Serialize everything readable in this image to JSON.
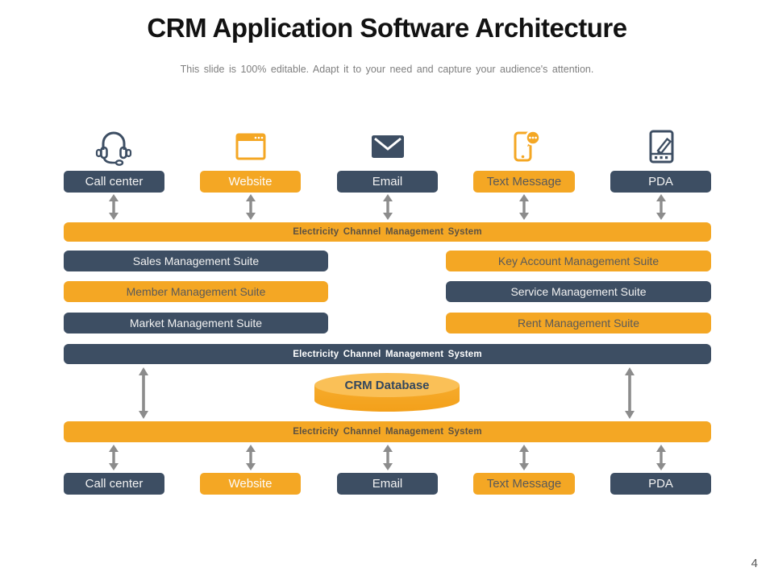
{
  "header": {
    "title": "CRM Application Software Architecture",
    "subtitle": "This slide is 100% editable. Adapt it to your need and capture your audience's attention."
  },
  "colors": {
    "navy": "#3d4e63",
    "orange": "#f4a724",
    "arrow_gray": "#8c8c8c",
    "dark_text_on_orange": "#595959",
    "subtitle_gray": "#7f7f7f"
  },
  "channels": {
    "top": [
      {
        "label": "Call center",
        "icon": "headset-icon"
      },
      {
        "label": "Website",
        "icon": "browser-window-icon"
      },
      {
        "label": "Email",
        "icon": "envelope-icon"
      },
      {
        "label": "Text Message",
        "icon": "mobile-chat-icon"
      },
      {
        "label": "PDA",
        "icon": "tablet-pencil-icon"
      }
    ],
    "bottom": [
      "Call center",
      "Website",
      "Email",
      "Text Message",
      "PDA"
    ]
  },
  "bars": {
    "ecms_top": "Electricity Channel Management System",
    "ecms_middle": "Electricity Channel Management System",
    "ecms_bottom": "Electricity Channel Management System"
  },
  "suites": {
    "left": [
      "Sales Management Suite",
      "Member Management Suite",
      "Market Management Suite"
    ],
    "right": [
      "Key Account Management Suite",
      "Service Management Suite",
      "Rent Management Suite"
    ]
  },
  "database": {
    "label": "CRM Database"
  },
  "page": {
    "number": "4"
  }
}
